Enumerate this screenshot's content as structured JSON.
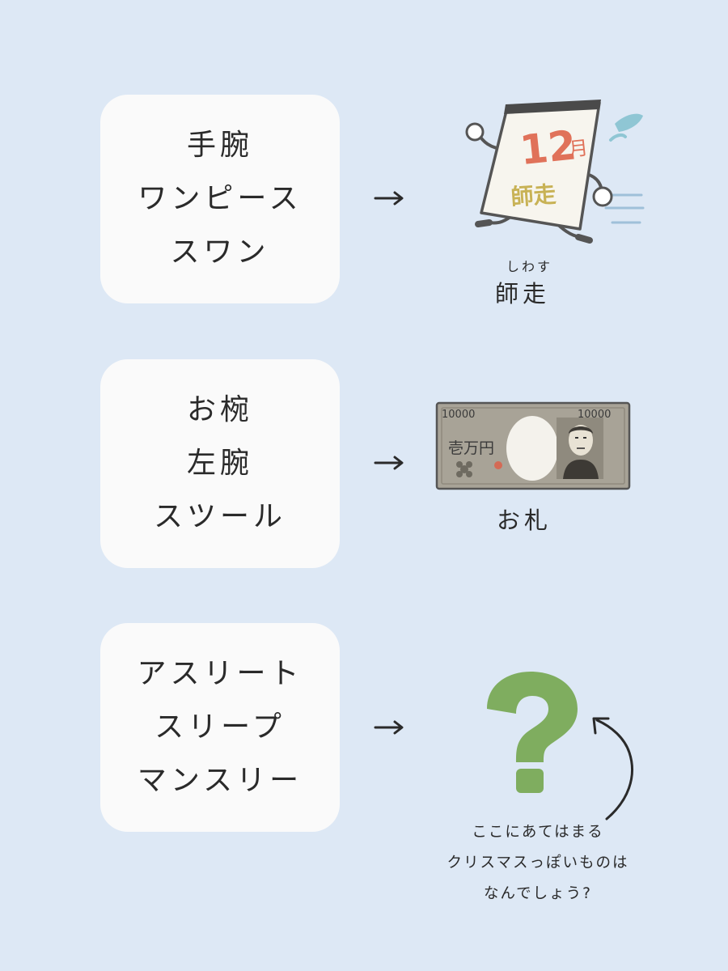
{
  "rows": [
    {
      "lines": [
        "手腕",
        "ワンピース",
        "スワン"
      ],
      "answer": {
        "ruby": "しわす",
        "label": "師走"
      },
      "calendar": {
        "number": "12",
        "unit": "月",
        "text": "師走",
        "number_color": "#e0725a",
        "text_color": "#c8b255"
      }
    },
    {
      "lines": [
        "お椀",
        "左腕",
        "スツール"
      ],
      "answer": {
        "label": "お札"
      },
      "banknote": {
        "denomination": "10000",
        "text": "壱万円",
        "color": "#a8a397"
      }
    },
    {
      "lines": [
        "アスリート",
        "スリープ",
        "マンスリー"
      ],
      "question": {
        "mark": "?",
        "color": "#7fad5f"
      },
      "note": [
        "ここにあてはまる",
        "クリスマスっぽいものは",
        "なんでしょう?"
      ]
    }
  ],
  "colors": {
    "background": "#dde8f5",
    "card": "#fafafa",
    "text": "#2a2a2a"
  },
  "icons": [
    "right-arrow-icon",
    "calendar-character-icon",
    "banknote-icon",
    "question-mark-icon",
    "curved-arrow-icon"
  ]
}
